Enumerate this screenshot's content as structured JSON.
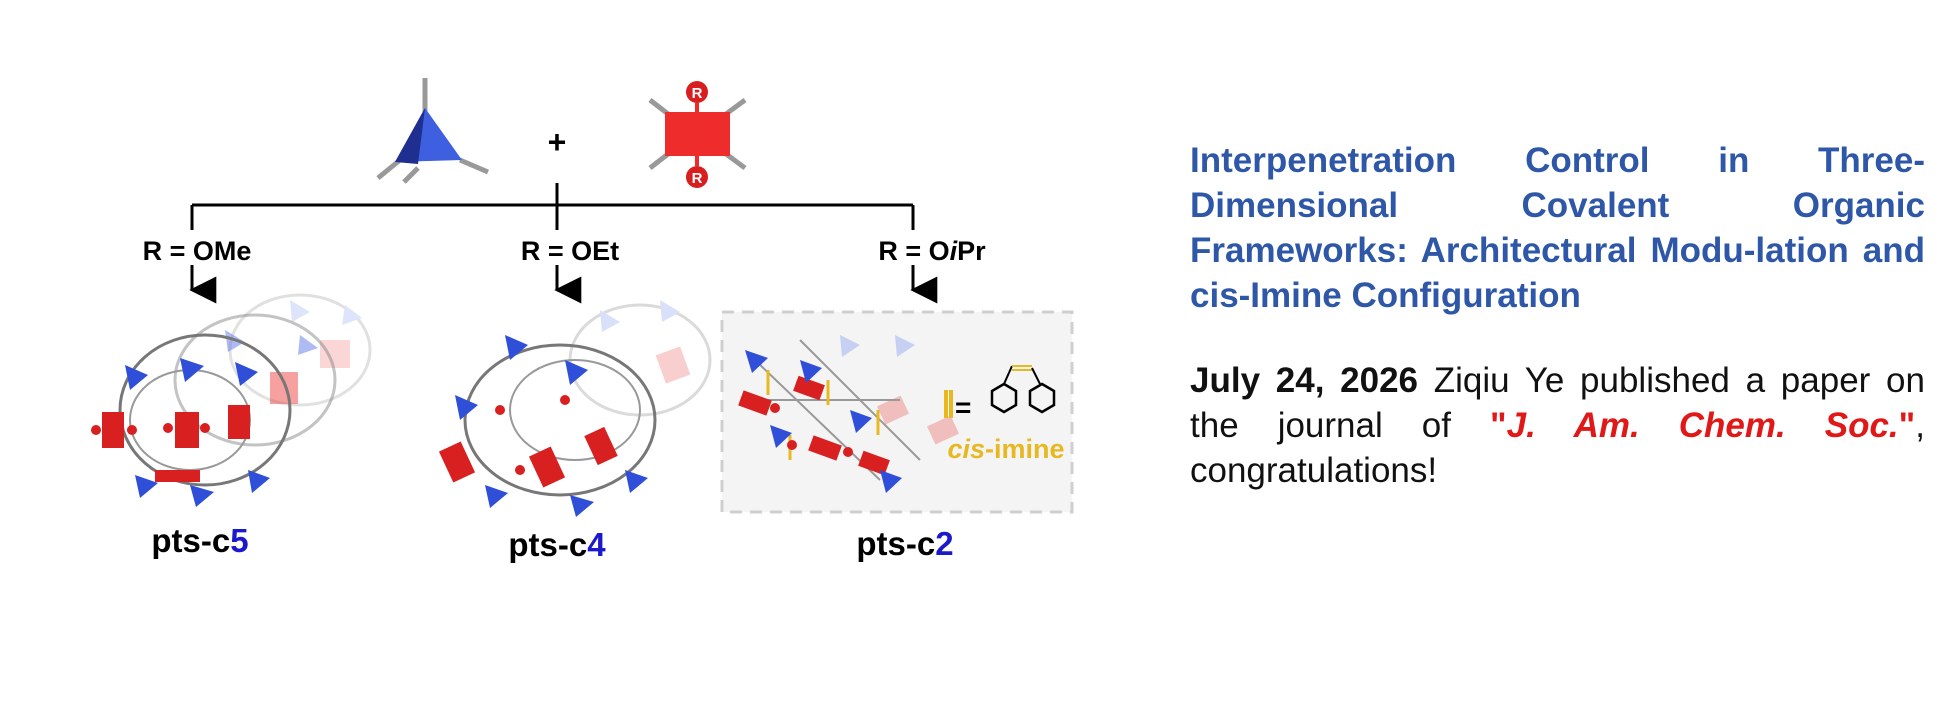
{
  "scheme": {
    "plus": "+",
    "substituent_badge": "R",
    "branches": [
      {
        "r_label": "R = OMe",
        "product_prefix": "pts-c",
        "product_number": "5"
      },
      {
        "r_label": "R = OEt",
        "product_prefix": "pts-c",
        "product_number": "4"
      },
      {
        "r_label_prefix": "R = O",
        "r_label_italic": "i",
        "r_label_suffix": "Pr",
        "product_prefix": "pts-c",
        "product_number": "2"
      }
    ],
    "inset": {
      "label_italic": "cis",
      "label_rest": "-imine",
      "bond_symbol": "="
    },
    "colors": {
      "red": "#e03030",
      "blue": "#3d5fe0",
      "gold": "#e8b820",
      "product_number": "#1a1acc"
    }
  },
  "news": {
    "title": "Interpenetration Control in Three-Dimensional Covalent Organic Frameworks: Architectural Modu-lation and cis-Imine Configuration",
    "date": "July 24, 2026",
    "text_before": " Ziqiu Ye published a paper on the journal of ",
    "quote_open": "\"",
    "journal": "J. Am. Chem. Soc.",
    "quote_close": "\"",
    "text_after": ", congratulations!",
    "colors": {
      "title": "#2f57a8",
      "journal": "#e01818"
    }
  }
}
